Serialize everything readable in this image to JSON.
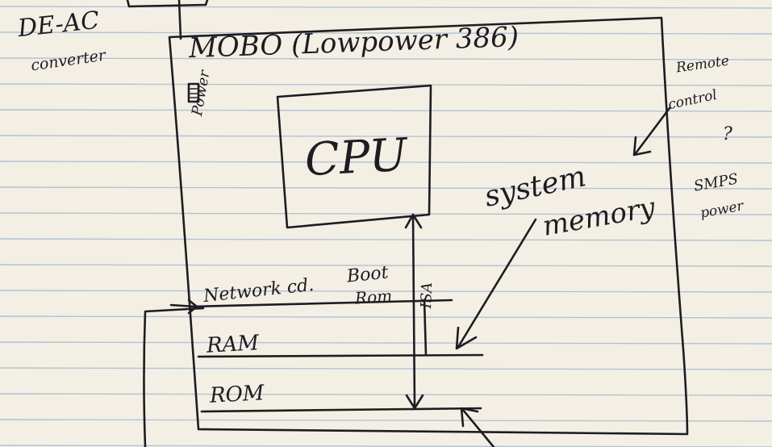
{
  "labels": {
    "dc_ac": "DE-AC",
    "converter": "converter",
    "mobo": "MOBO (Lowpower 386)",
    "power": "Power",
    "cpu": "CPU",
    "remote": "Remote",
    "control": "control",
    "question": "?",
    "smps": "SMPS",
    "smps_power": "power",
    "system": "system",
    "memory": "memory",
    "network_card": "Network cd.",
    "boot": "Boot",
    "boot_rom": "Rom",
    "isa": "ISA",
    "ram": "RAM",
    "rom": "ROM"
  },
  "colors": {
    "paper": "#f3efe4",
    "rule": "#9ab4cf",
    "ink": "#1e1c22"
  }
}
